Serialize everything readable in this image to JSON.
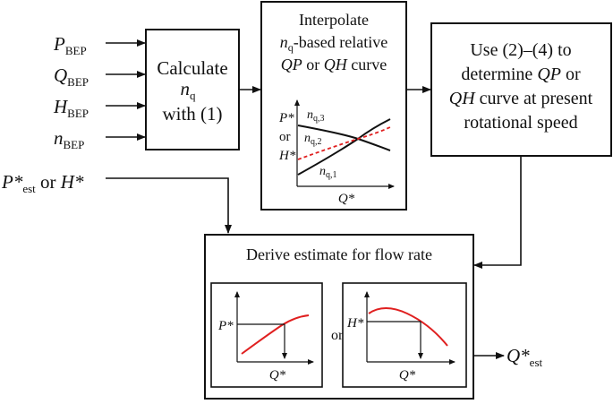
{
  "colors": {
    "line": "#111111",
    "highlight": "#e02020",
    "background": "#ffffff"
  },
  "inputs": [
    {
      "symbol": "P",
      "sub": "BEP"
    },
    {
      "symbol": "Q",
      "sub": "BEP"
    },
    {
      "symbol": "H",
      "sub": "BEP"
    },
    {
      "symbol": "n",
      "sub": "BEP"
    }
  ],
  "estimate_input": {
    "p_symbol": "P*",
    "p_sub": "est",
    "connector": "or",
    "h_symbol": "H*"
  },
  "calculate_box": {
    "line1": "Calculate",
    "n_symbol": "n",
    "n_sub": "q",
    "line3": "with (1)"
  },
  "interpolate_box": {
    "line1": "Interpolate",
    "line2_symbol": "n",
    "line2_sub": "q",
    "line2_rest": "-based relative",
    "line3_qp": "QP",
    "line3_or": "or",
    "line3_qh": "QH",
    "line3_rest": "curve",
    "plot": {
      "y_label_1": "P*",
      "y_label_or": "or",
      "y_label_2": "H*",
      "x_label": "Q*",
      "curves": [
        {
          "symbol": "n",
          "sub": "q,3"
        },
        {
          "symbol": "n",
          "sub": "q,2"
        },
        {
          "symbol": "n",
          "sub": "q,1"
        }
      ]
    }
  },
  "determine_box": {
    "line1": "Use (2)–(4) to",
    "line2_pre": "determine",
    "line2_qp": "QP",
    "line2_or": "or",
    "line3_qh": "QH",
    "line3_rest": "curve at present",
    "line4": "rotational speed"
  },
  "derive_box": {
    "title": "Derive estimate for flow rate",
    "connector": "or",
    "left_plot": {
      "y_label": "P*",
      "x_label": "Q*"
    },
    "right_plot": {
      "y_label": "H*",
      "x_label": "Q*"
    }
  },
  "output": {
    "symbol": "Q*",
    "sub": "est"
  }
}
